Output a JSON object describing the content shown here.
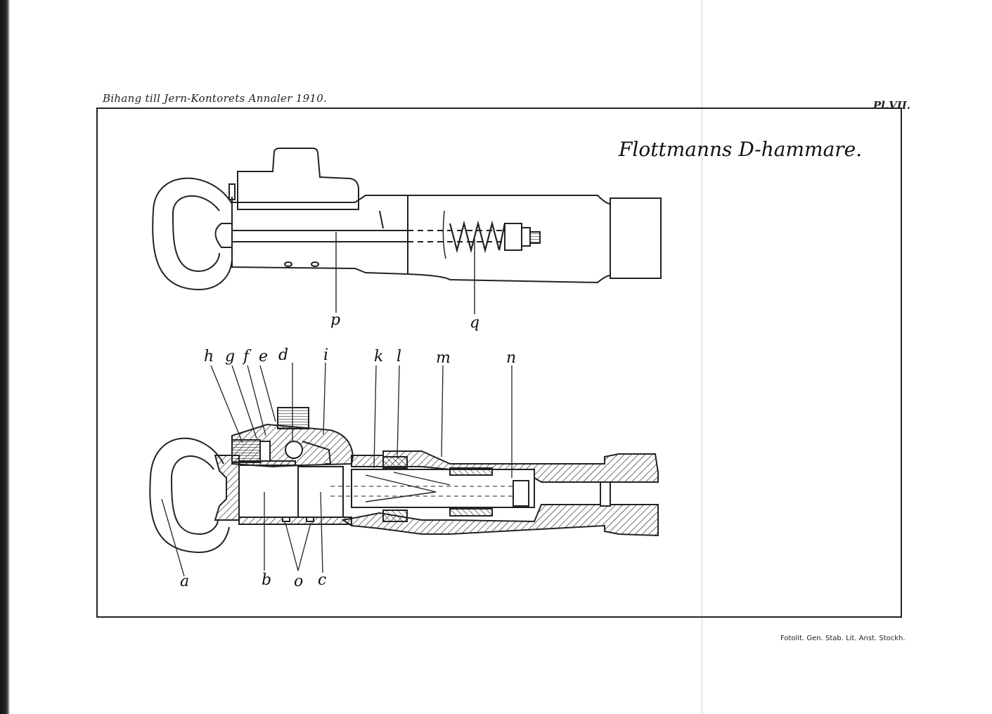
{
  "header": {
    "publication": "Bihang till Jern-Kontorets Annaler 1910.",
    "plate": "Pl.VII."
  },
  "title": "Flottmanns D-hammare.",
  "credit": "Fotolit. Gen. Stab. Lit. Anst. Stockh.",
  "labels": {
    "p": "p",
    "q": "q",
    "h": "h",
    "g": "g",
    "f": "f",
    "e": "e",
    "d": "d",
    "i": "i",
    "k": "k",
    "l": "l",
    "m": "m",
    "n": "n",
    "a": "a",
    "b": "b",
    "o": "o",
    "c": "c"
  }
}
